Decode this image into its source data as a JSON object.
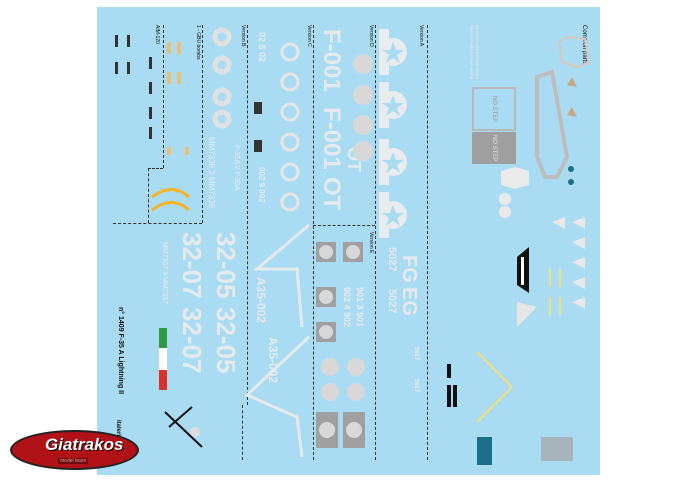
{
  "sheet": {
    "title": "n° 1409 F-35 A Lightning II",
    "background_color": "#a9dcf3",
    "sections": {
      "common": "Common parts",
      "version_a": "Version A",
      "version_b": "Version B",
      "version_c": "Version C",
      "version_d": "Version D",
      "version_e": "Version E",
      "gbu": "1 - GBU bombs",
      "aim": "AIM-120"
    },
    "markings": {
      "f001_a": "F-001",
      "f001_b": "F-001",
      "ot_a": "OT",
      "ot_b": "OT",
      "code_3205_a": "32-05",
      "code_3205_b": "32-05",
      "code_3207_a": "32-07",
      "code_3207_b": "32-07",
      "a35_a": "A35-002",
      "a35_b": "A35-002",
      "fg": "FG",
      "eg": "EG",
      "s5027_a": "5027",
      "s5027_b": "5027",
      "s5027_c": "5027",
      "s5027_d": "5027",
      "mm7336": "MM7336 3 MM7336",
      "mm7357": "MM7357 9 MM7357",
      "f35a": "F-35A 2 F-35A",
      "n02": "02 5 02",
      "n002": "002 9 002",
      "n901": "901 3 901",
      "n902": "902 4 902",
      "no_step_a": "NO STEP",
      "no_step_b": "NO STEP",
      "danger_a": "DANGER ARRESTING HOOK",
      "danger_b": "DANGER ARRESTING HOOK"
    },
    "flag_colors": [
      "#2e9a48",
      "#ffffff",
      "#d9322b"
    ],
    "accent_yellow": "#f5b325"
  },
  "logo": {
    "brand": "Giatrakos",
    "sub": "model team",
    "publisher": "italeri"
  }
}
